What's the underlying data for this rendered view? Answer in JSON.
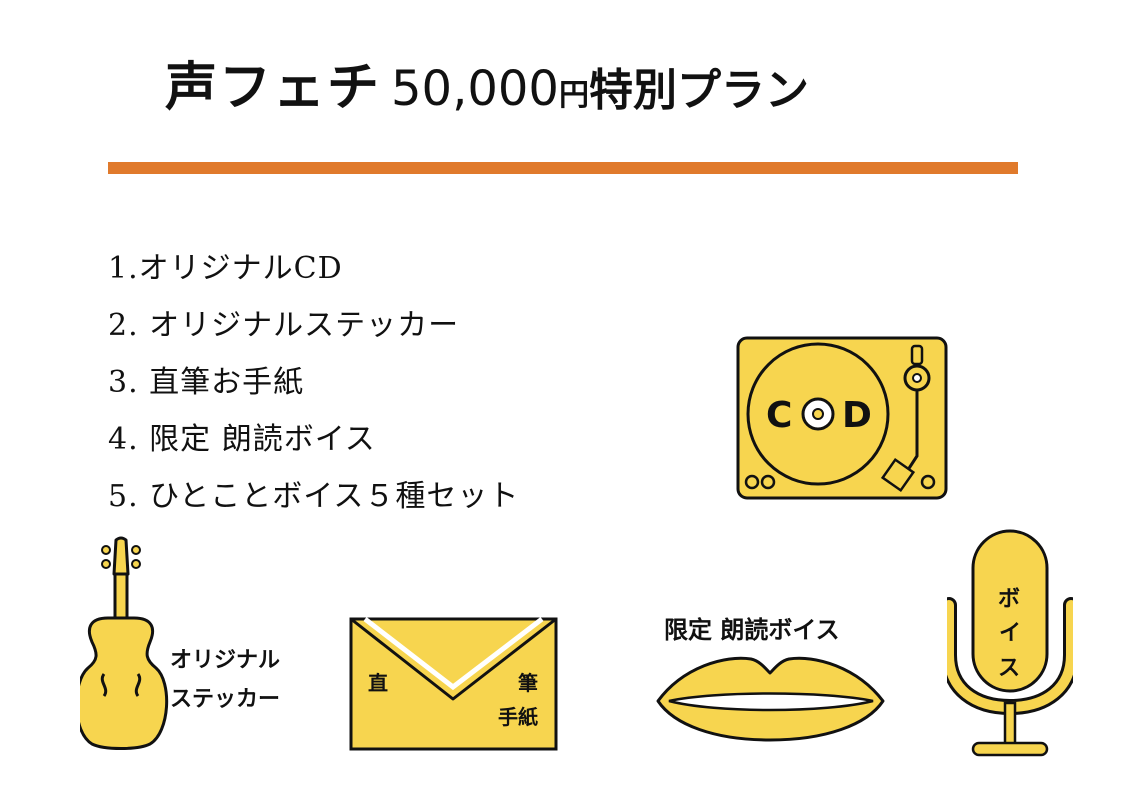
{
  "header": {
    "title_part1": "声フェチ",
    "title_price": "50,000",
    "title_yen": "円",
    "title_part2": "特別プラン"
  },
  "plan_items": [
    "1.オリジナルCD",
    "2. オリジナルステッカー",
    "3. 直筆お手紙",
    "4. 限定 朗読ボイス",
    "5. ひとことボイス５種セット"
  ],
  "illustrations": {
    "turntable": {
      "label_left": "C",
      "label_right": "D"
    },
    "violin_sticker": {
      "line1": "オリジナル",
      "line2": "ステッカー"
    },
    "envelope": {
      "left": "直",
      "right": "筆",
      "bottom": "手紙"
    },
    "lips": {
      "caption": "限定 朗読ボイス"
    },
    "microphone": {
      "line1": "ボ",
      "line2": "イ",
      "line3": "ス"
    }
  },
  "colors": {
    "accent_orange": "#e07a2c",
    "icon_yellow": "#f7d54f",
    "outline": "#111111"
  }
}
